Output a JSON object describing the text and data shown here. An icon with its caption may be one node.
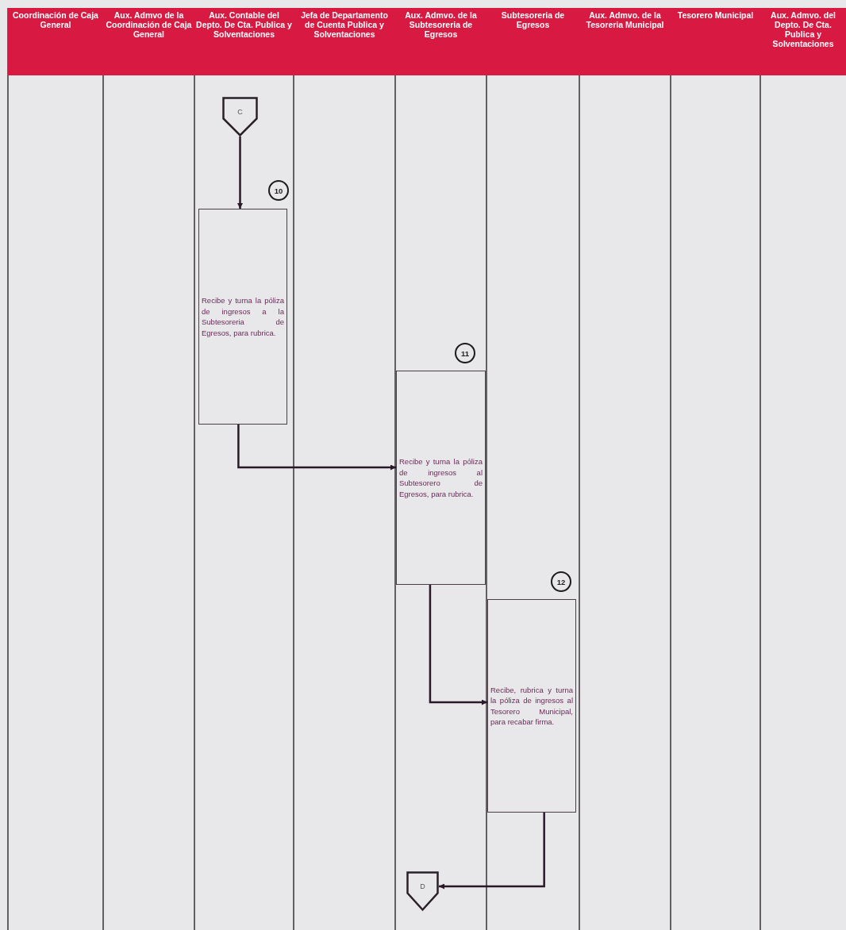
{
  "diagram": {
    "nodes": [
      {
        "text": [
          "Coordinación de Caja General"
        ]
      },
      {
        "text": [
          "Aux. Admvo de la Coordinación de Caja General"
        ]
      },
      {
        "text": [
          "Aux. Contable del Depto. De Cta. Publica y Solventaciones"
        ]
      },
      {
        "text": [
          "Jefa de Departamento de Cuenta Publica y Solventaciones"
        ]
      },
      {
        "text": [
          "Aux. Admvo. de la Subtesoreria de Egresos"
        ]
      },
      {
        "text": [
          "Subtesoreria de Egresos"
        ]
      },
      {
        "text": [
          "Aux. Admvo. de la Tesoreria Municipal"
        ]
      },
      {
        "text": [
          "Tesorero Municipal"
        ]
      },
      {
        "text": [
          "Aux. Admvo. del Depto. De Cta. Publica y Solventaciones"
        ]
      },
      {
        "text": [
          "C"
        ]
      },
      {
        "text": [
          "10"
        ]
      },
      {
        "text": [
          "Recibe y turna la póliza de ingresos a la Subtesoreria de Egresos, para rubrica."
        ]
      },
      {
        "text": [
          "11"
        ]
      },
      {
        "text": [
          "Recibe y turna la póliza de ingresos al Subtesorero de Egresos, para rubrica."
        ]
      },
      {
        "text": [
          "12"
        ]
      },
      {
        "text": [
          "Recibe, rubrica y turna la póliza de ingresos al Tesorero Municipal, para recabar firma."
        ]
      },
      {
        "text": [
          "D"
        ]
      }
    ],
    "edges": [
      {
        "from": 9,
        "to": 11,
        "arrow": "to"
      },
      {
        "from": 11,
        "to": 13,
        "arrow": "to"
      },
      {
        "from": 13,
        "to": 15,
        "arrow": "to"
      },
      {
        "from": 15,
        "to": 16,
        "arrow": "to"
      }
    ]
  }
}
